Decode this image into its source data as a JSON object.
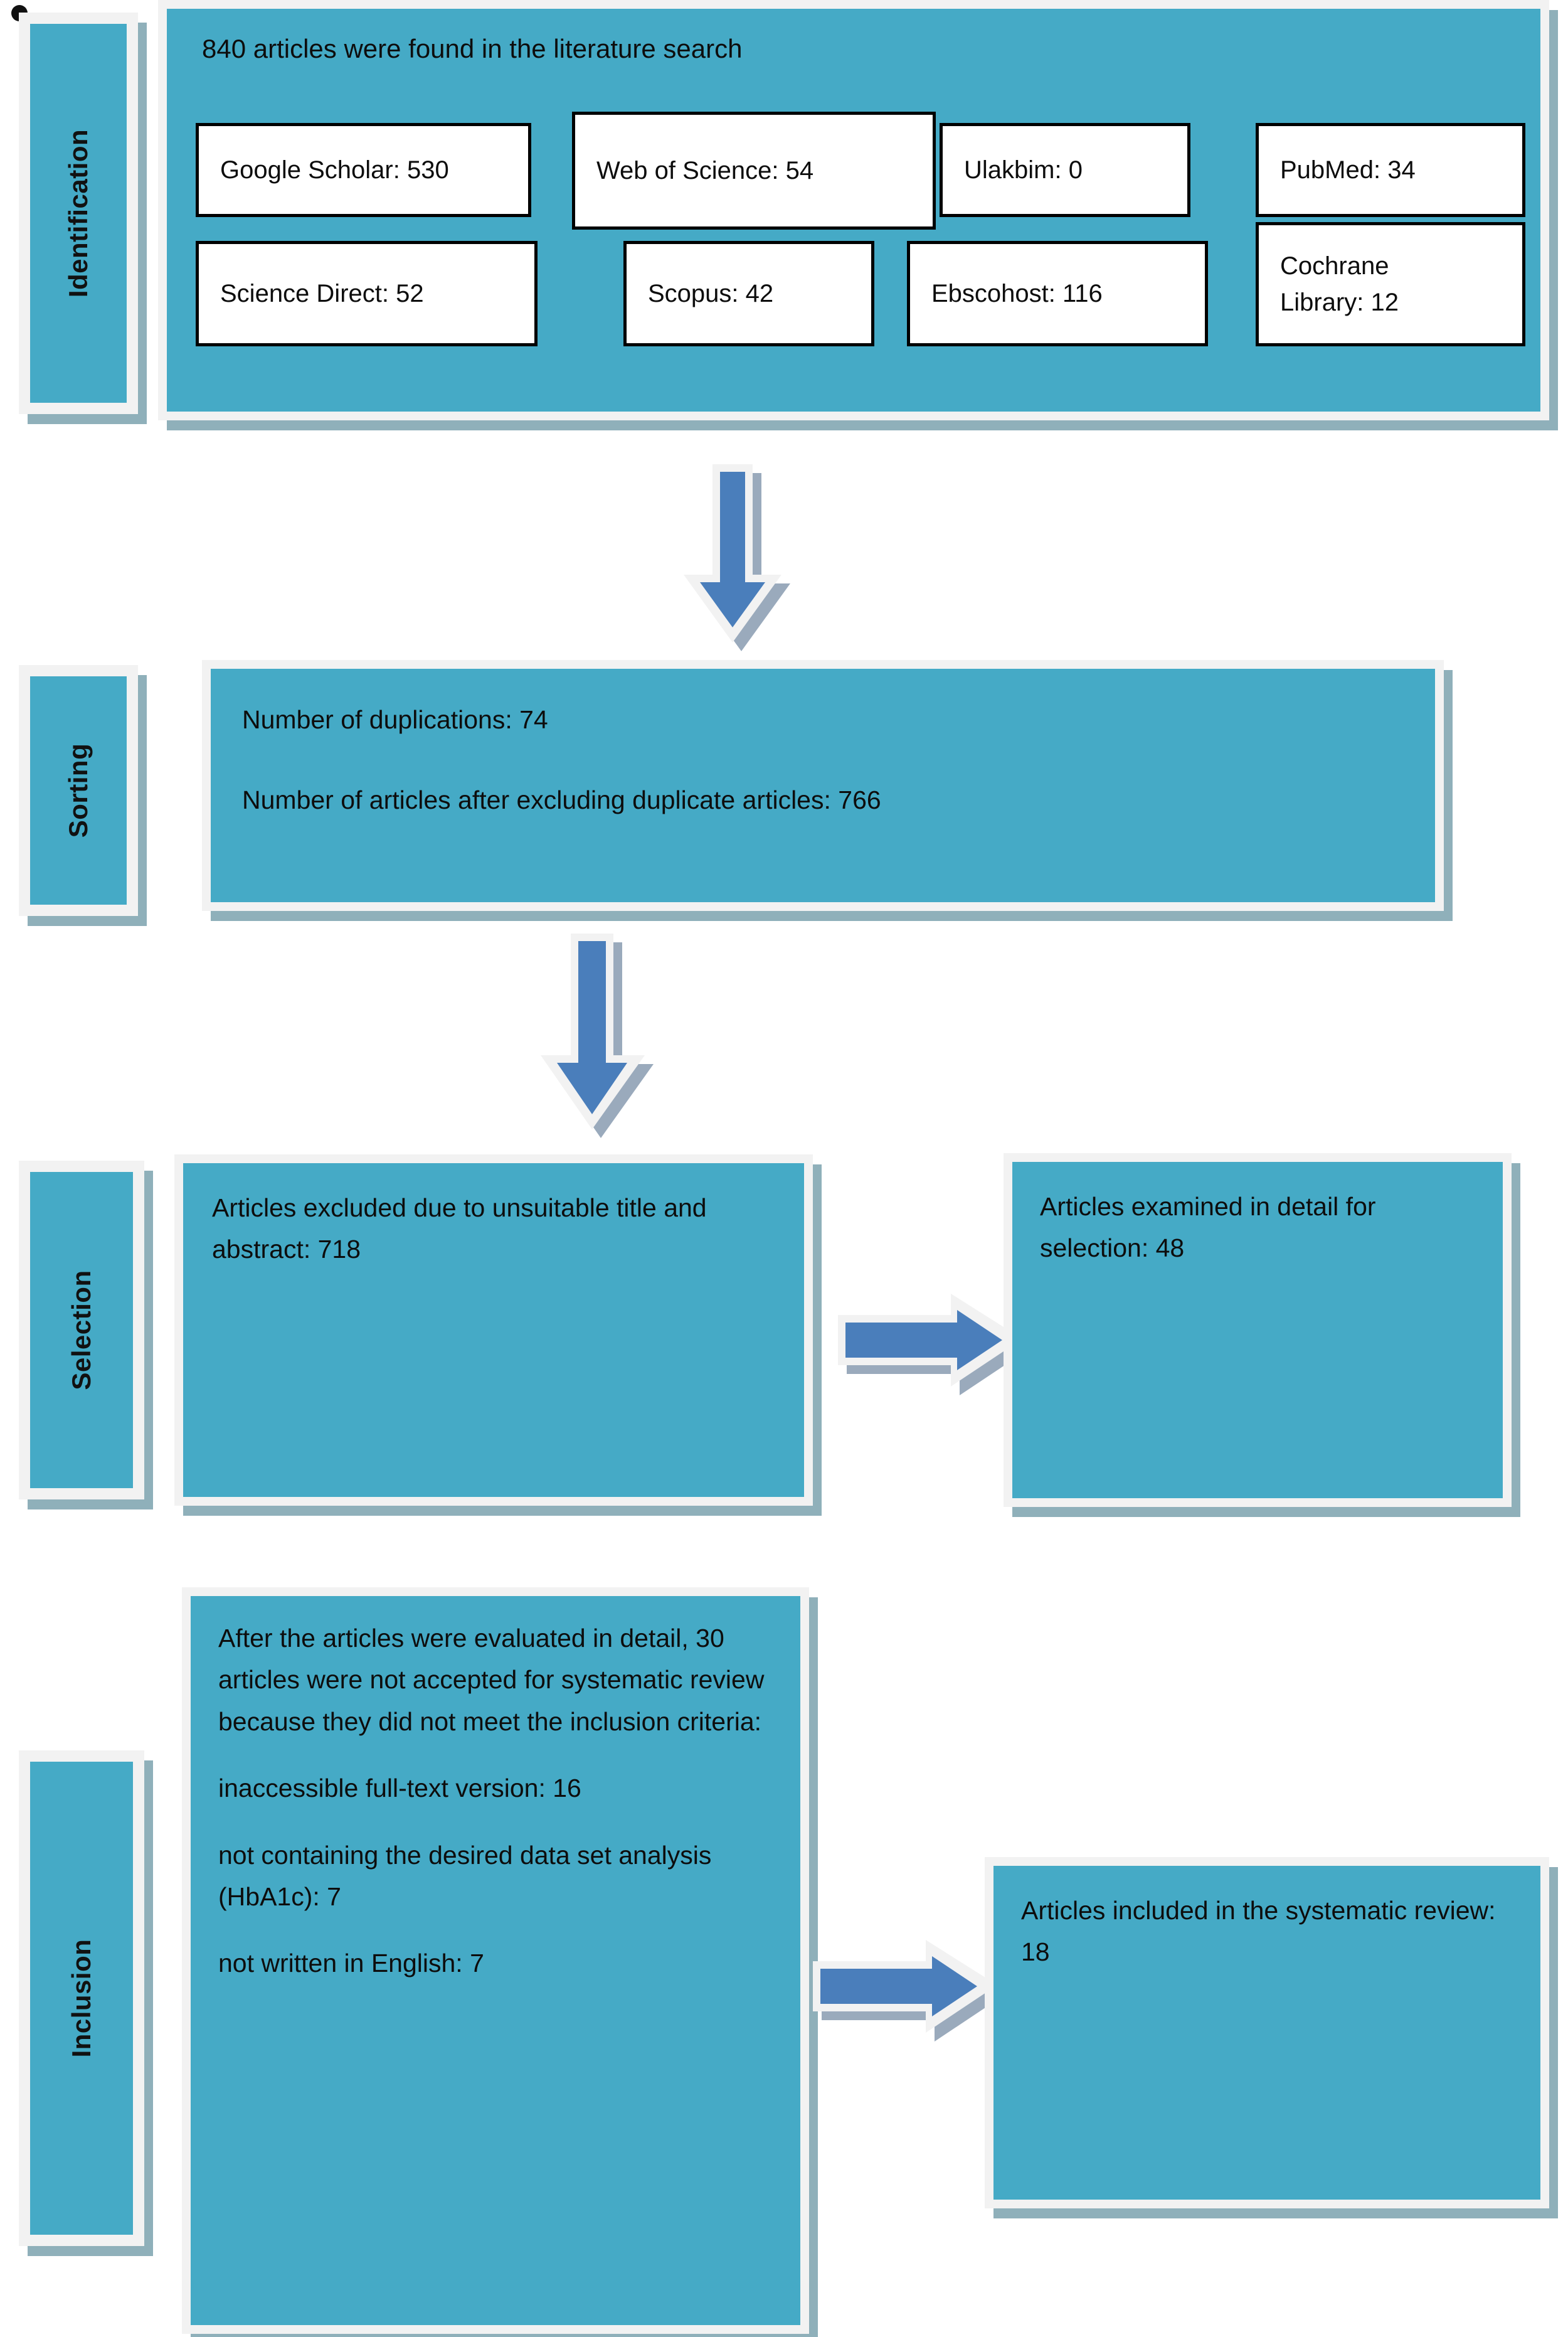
{
  "diagram": {
    "title": "PRISMA literature search flow diagram",
    "colors": {
      "teal_fill": "#45aac6",
      "frame": "#f2f2f2",
      "shadow": "#8fb0ba",
      "arrow_blue": "#4a7ebb",
      "arrow_outline": "#f2f2f2",
      "arrow_shadow": "#9aaabc",
      "box_border": "#000000",
      "text": "#0d0d0d"
    }
  },
  "stages": {
    "identification": "Identification",
    "sorting": "Sorting",
    "selection": "Selection",
    "inclusion": "Inclusion"
  },
  "identification": {
    "headline": "840 articles were found in the literature search",
    "sources": [
      {
        "label": "Google Scholar: 530"
      },
      {
        "label": "Web of Science: 54"
      },
      {
        "label": "Ulakbim: 0"
      },
      {
        "label": "PubMed: 34"
      },
      {
        "label": "Science Direct: 52"
      },
      {
        "label": "Scopus: 42"
      },
      {
        "label": "Ebscohost: 116"
      },
      {
        "label": "Cochrane Library: 12"
      }
    ]
  },
  "sorting": {
    "duplications": "Number of duplications: 74",
    "after_duplicates": "Number of articles after excluding duplicate articles: 766"
  },
  "selection": {
    "excluded": "Articles excluded due to unsuitable title and abstract: 718",
    "examined": "Articles examined in detail for selection: 48"
  },
  "inclusion": {
    "intro": "After the articles were evaluated in detail, 30 articles were not accepted for systematic review because they did not meet the inclusion criteria:",
    "reason_1": "inaccessible full-text version: 16",
    "reason_2": "not containing the desired data set analysis (HbA1c): 7",
    "reason_3": "not written in English: 7",
    "included": "Articles included in the systematic review: 18"
  },
  "chart_data": {
    "type": "table",
    "title": "PRISMA flow — article counts",
    "categories": [
      "Google Scholar",
      "Web of Science",
      "Ulakbim",
      "PubMed",
      "Science Direct",
      "Scopus",
      "Ebscohost",
      "Cochrane Library"
    ],
    "values": [
      530,
      54,
      0,
      34,
      52,
      42,
      116,
      12
    ],
    "flow": [
      {
        "stage": "Identification",
        "label": "Articles found in literature search",
        "value": 840
      },
      {
        "stage": "Sorting",
        "label": "Duplications",
        "value": 74
      },
      {
        "stage": "Sorting",
        "label": "Articles after excluding duplicates",
        "value": 766
      },
      {
        "stage": "Selection",
        "label": "Excluded: unsuitable title and abstract",
        "value": 718
      },
      {
        "stage": "Selection",
        "label": "Examined in detail for selection",
        "value": 48
      },
      {
        "stage": "Inclusion",
        "label": "Not accepted for systematic review",
        "value": 30
      },
      {
        "stage": "Inclusion",
        "label": "Inaccessible full-text version",
        "value": 16
      },
      {
        "stage": "Inclusion",
        "label": "Not containing desired data set analysis (HbA1c)",
        "value": 7
      },
      {
        "stage": "Inclusion",
        "label": "Not written in English",
        "value": 7
      },
      {
        "stage": "Inclusion",
        "label": "Included in the systematic review",
        "value": 18
      }
    ],
    "xlabel": "",
    "ylabel": "",
    "legend": []
  }
}
